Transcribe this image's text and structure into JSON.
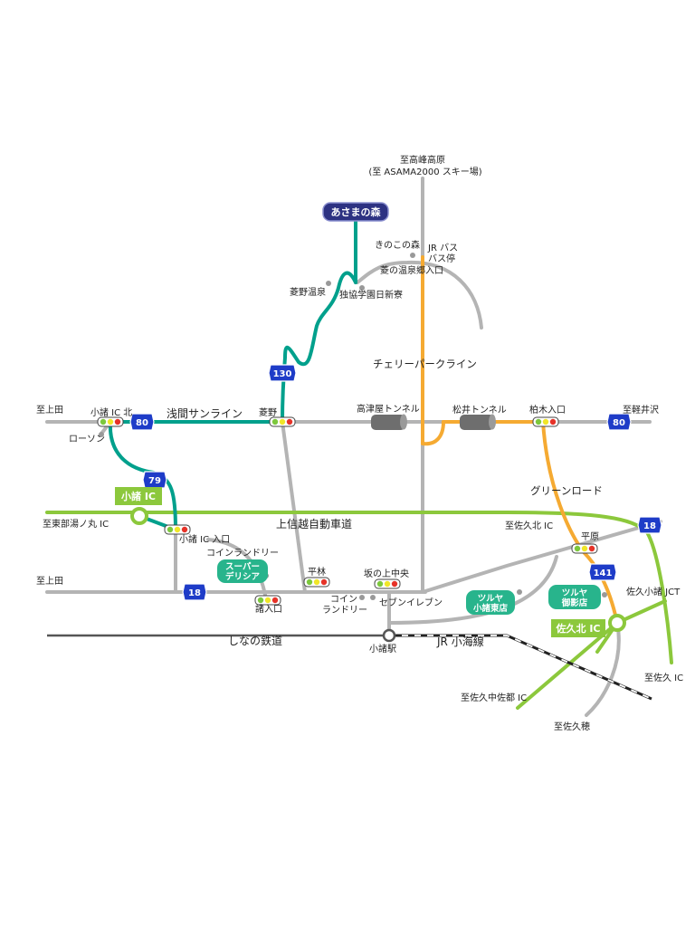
{
  "map": {
    "destination": "あさまの森",
    "directions": {
      "north_top": "至高峰高原",
      "north_sub": "(至 ASAMA2000 スキー場)",
      "west_upper": "至上田",
      "west_lower": "至上田",
      "east": "至軽井沢",
      "west_expressway": "至東部湯ノ丸 IC",
      "east_expressway": "至佐久北 IC",
      "southeast": "至佐久 IC",
      "south_center": "至佐久穂",
      "southwest": "至佐久中佐都 IC"
    },
    "roads": {
      "asama_sunline": "浅間サンライン",
      "cherry_park_line": "チェリーパークライン",
      "green_road": "グリーンロード",
      "joshinetsu_expressway": "上信越自動車道",
      "shinano_railway": "しなの鉄道",
      "jr_koumi_line": "JR 小海線"
    },
    "route_numbers": {
      "r80_west": "80",
      "r80_east": "80",
      "r79": "79",
      "r130": "130",
      "r18_west": "18",
      "r18_east": "18",
      "r141": "141"
    },
    "interchanges": {
      "komoro_ic": "小諸 IC",
      "sakukita_ic": "佐久北 IC"
    },
    "places": {
      "kinokonomori": "きのこの森",
      "jr_bus_line1": "JR バス",
      "jr_bus_line2": "バス停",
      "hishino_onsen_entrance": "菱の温泉郷入口",
      "hishino_onsen": "菱野温泉",
      "dokkyo_dorm": "独協学園日新寮",
      "lawson": "ローソン",
      "komoro_ic_kita": "小諸 IC 北",
      "hishino": "菱野",
      "takatsuya_tunnel": "高津屋トンネル",
      "matsui_tunnel": "松井トンネル",
      "kashiwagi_iriguchi": "柏木入口",
      "komoro_ic_iriguchi": "小諸 IC 入口",
      "coin_laundry_1": "コインランドリー",
      "super_line1": "スーパー",
      "super_line2": "デリシア",
      "moro_iriguchi": "諸入口",
      "hirabayashi": "平林",
      "sakanoue": "坂の上中央",
      "coin_laundry_2_line1": "コイン",
      "coin_laundry_2_line2": "ランドリー",
      "seven_eleven": "セブンイレブン",
      "tsuruya_komoro_line1": "ツルヤ",
      "tsuruya_komoro_line2": "小諸東店",
      "tsuruya_miyota_line1": "ツルヤ",
      "tsuruya_miyota_line2": "御影店",
      "hirahara": "平原",
      "saku_komoro_jct": "佐久小諸 JCT",
      "komoro_station": "小諸駅"
    },
    "colors": {
      "teal_route": "#00a08c",
      "orange_route": "#f5aa32",
      "expressway": "#8cc83c",
      "road_gray": "#b4b4b4",
      "rail": "#555555",
      "shield_blue": "#1e3cc8",
      "destination_bg": "#2d3282"
    }
  }
}
